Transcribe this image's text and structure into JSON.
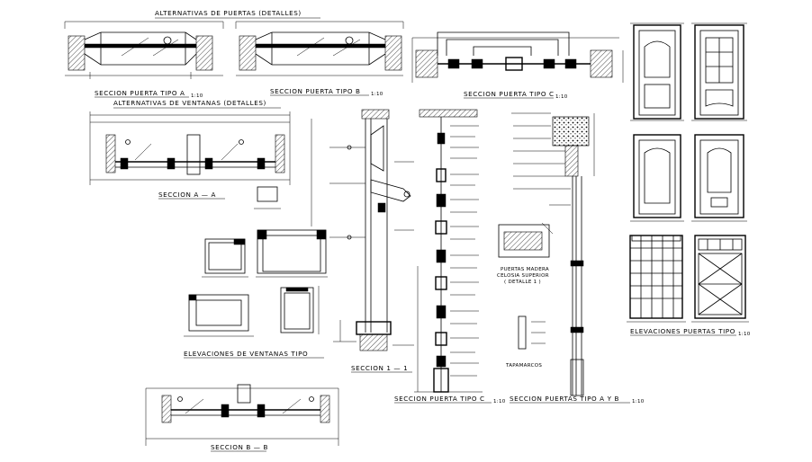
{
  "title_doors": "ALTERNATIVAS DE PUERTAS (DETALLES)",
  "title_windows": "ALTERNATIVAS DE VENTANAS (DETALLES)",
  "label_door_a": "SECCION PUERTA TIPO A",
  "label_door_b": "SECCION PUERTA TIPO B",
  "label_door_c_top": "SECCION PUERTA TIPO C",
  "label_section_aa": "SECCION A — A",
  "label_window_elev": "ELEVACIONES DE VENTANAS TIPO",
  "label_section_11": "SECCION 1 — 1",
  "label_section_bb": "SECCION B — B",
  "label_door_c_vert": "SECCION PUERTA TIPO C",
  "label_doors_ab": "SECCION PUERTAS TIPO A Y B",
  "label_wood_1": "PUERTAS MADERA",
  "label_wood_2": "CELOSIA SUPERIOR",
  "label_wood_3": "( DETALLE 1 )",
  "label_tapamarcos": "TAPAMARCOS",
  "label_door_elev": "ELEVACIONES PUERTAS TIPO",
  "scale_small": "1:10"
}
